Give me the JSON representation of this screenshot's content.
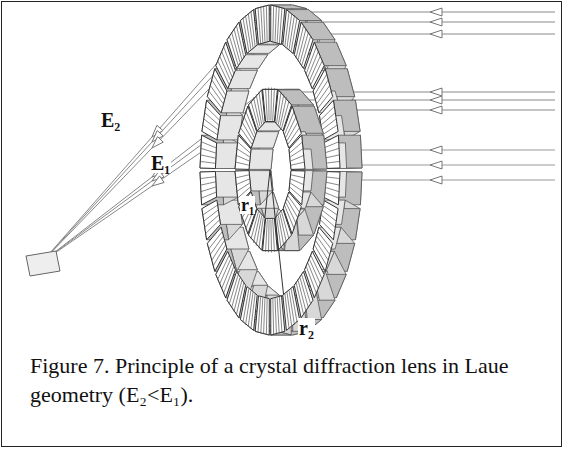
{
  "diagram": {
    "caption": "Figure 7. Principle of a crystal diffraction lens in Laue geometry (E₂<E₁).",
    "labels": [
      "E₂",
      "E₁",
      "r₁",
      "r₂"
    ]
  }
}
